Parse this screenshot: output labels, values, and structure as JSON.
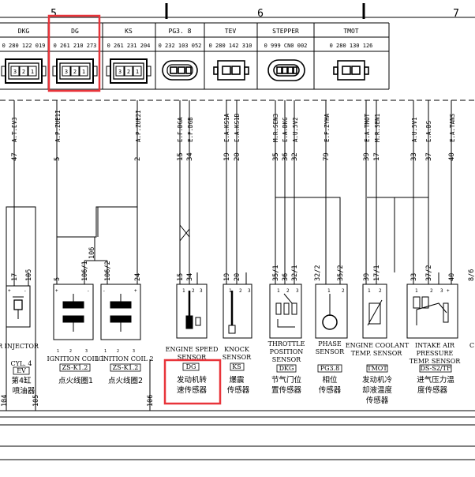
{
  "columns": [
    "5",
    "6",
    "7"
  ],
  "components": [
    {
      "code": "DKG",
      "part": "0 280 122 019"
    },
    {
      "code": "DG",
      "part": "0 261 210 273"
    },
    {
      "code": "KS",
      "part": "0 261 231 204"
    },
    {
      "code": "PG3. 8",
      "part": "0 232 103 052"
    },
    {
      "code": "TEV",
      "part": "0 280 142 310"
    },
    {
      "code": "STEPPER",
      "part": "0 999 CN0 002"
    },
    {
      "code": "TMOT",
      "part": "0 280 130 126"
    }
  ],
  "connector_pins": {
    "dkg": [
      "3",
      "2",
      "1"
    ],
    "dg": [
      "3",
      "2",
      "1"
    ],
    "ks": [
      "3",
      "2",
      "1"
    ]
  },
  "signals": [
    "A.T.EV3",
    "A.P.ZUE1I",
    "A.P.ZUE2I",
    "E.F.DGA",
    "E.F.DGB",
    "E.A.KS1A",
    "E.A.KS1B",
    "M.R.SEN3",
    "E.A.DKG",
    "A.U.5V2",
    "E.F.ZYHA",
    "E.A.TMOT",
    "M.R.SEN1",
    "A.U.5V1",
    "E.A.DS",
    "E.A.TANS"
  ],
  "wire_numbers": [
    "47",
    "5",
    "2",
    "15",
    "34",
    "19",
    "20",
    "35",
    "36",
    "32",
    "79",
    "39",
    "17",
    "33",
    "37",
    "40"
  ],
  "lower_wires": [
    "17",
    "105",
    "5",
    "106/1",
    "106/2",
    "24",
    "15",
    "34",
    "19",
    "20",
    "35/1",
    "36",
    "32/1",
    "32/2",
    "35/2",
    "39",
    "17/1",
    "33",
    "37/2",
    "40"
  ],
  "pins": [
    "1",
    "2",
    "3",
    "+",
    "-"
  ],
  "coil_pins": [
    "1",
    "2",
    "3"
  ],
  "mid_labels": [
    "106",
    "106",
    "105",
    "104",
    "8/6"
  ],
  "sensors": {
    "injector": {
      "en": "R INJECTOR",
      "sub": "CYL. 4",
      "code": "EV",
      "cn": "第4缸",
      "cn2": "喷油器"
    },
    "coil1": {
      "en": "IGNITION COIL 1",
      "code": "ZS-K1.2",
      "cn": "点火线圈1"
    },
    "coil2": {
      "en": "IGNITION COIL 2",
      "code": "ZS-K1.2",
      "cn": "点火线圈2"
    },
    "speed": {
      "en": "ENGINE SPEED",
      "en2": "SENSOR",
      "code": "DG",
      "cn": "发动机转",
      "cn2": "速传感器"
    },
    "knock": {
      "en": "KNOCK",
      "en2": "SENSOR",
      "code": "KS",
      "cn": "爆震",
      "cn2": "传感器"
    },
    "throttle": {
      "en": "THROTTLE",
      "en2": "POSITION",
      "en3": "SENSOR",
      "code": "DKG",
      "cn": "节气门位",
      "cn2": "置传感器"
    },
    "phase": {
      "en": "PHASE",
      "en2": "SENSOR",
      "code": "PG3.8",
      "cn": "相位",
      "cn2": "传感器"
    },
    "coolant": {
      "en": "ENGINE COOLANT",
      "en2": "TEMP. SENSOR",
      "code": "TMOT",
      "cn": "发动机冷",
      "cn2": "却液温度",
      "cn3": "传感器"
    },
    "intake": {
      "en": "INTAKE AIR",
      "en2": "PRESSURE",
      "en3": "TEMP. SENSOR",
      "code": "DS-S2/TF",
      "cn": "进气压力温",
      "cn2": "度传感器"
    },
    "edge": {
      "en": "C"
    }
  },
  "colors": {
    "line": "#000000",
    "highlight": "#e8343a"
  }
}
